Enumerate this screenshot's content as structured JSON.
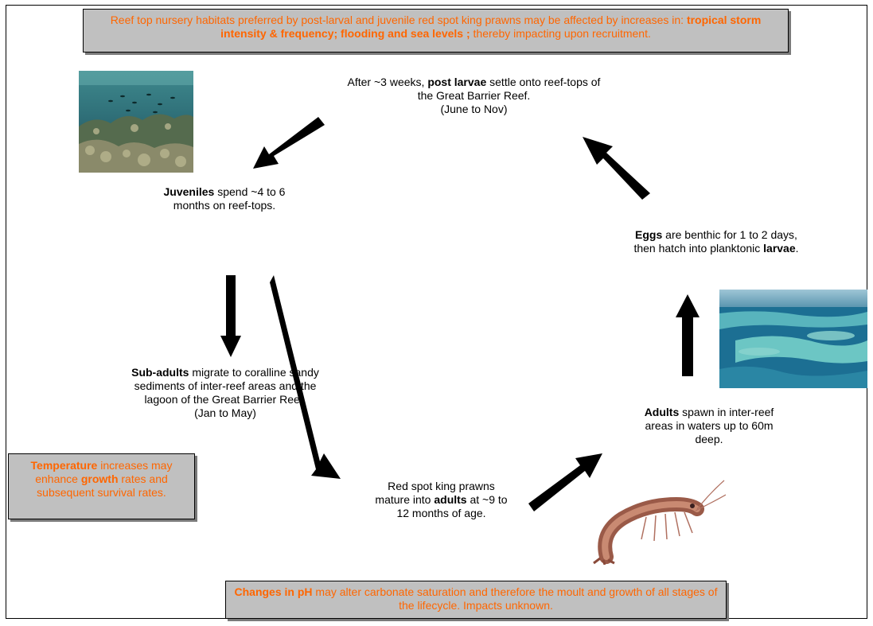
{
  "notes": {
    "top": {
      "p1": "Reef top nursery habitats preferred by post-larval and juvenile red spot king prawns may be affected by increases in: ",
      "b1": "tropical storm intensity & frequency; flooding and sea levels ;",
      "p2": " thereby impacting upon recruitment."
    },
    "left": {
      "b1": "Temperature",
      "p1": " increases may enhance ",
      "b2": "growth",
      "p2": " rates and subsequent survival rates."
    },
    "bottom": {
      "b1": "Changes in pH",
      "p1": " may alter carbonate saturation and therefore the moult and growth of all stages of the lifecycle. Impacts unknown."
    }
  },
  "stages": {
    "post_larvae": {
      "p1": "After ~3 weeks, ",
      "b1": "post larvae",
      "p2": " settle onto reef-tops of the Great Barrier Reef.",
      "p3": "(June to Nov)"
    },
    "juveniles": {
      "b1": "Juveniles",
      "p1": " spend ~4 to 6 months on reef-tops."
    },
    "sub_adults": {
      "b1": "Sub-adults",
      "p1": " migrate to coralline sandy sediments of  inter-reef areas and the lagoon of the Great Barrier Reef.",
      "p2": "(Jan to May)"
    },
    "mature": {
      "p1": "Red spot king prawns mature into ",
      "b1": "adults",
      "p2": " at ~9 to 12 months of age."
    },
    "adults": {
      "b1": "Adults",
      "p1": " spawn in inter-reef areas in waters up to 60m deep."
    },
    "eggs": {
      "b1": "Eggs",
      "p1": " are benthic for 1 to 2 days, then hatch into planktonic ",
      "b2": "larvae",
      "p2": "."
    }
  },
  "colors": {
    "note_text": "#ff6600",
    "note_fill": "#c0c0c0",
    "arrow": "#000000"
  }
}
